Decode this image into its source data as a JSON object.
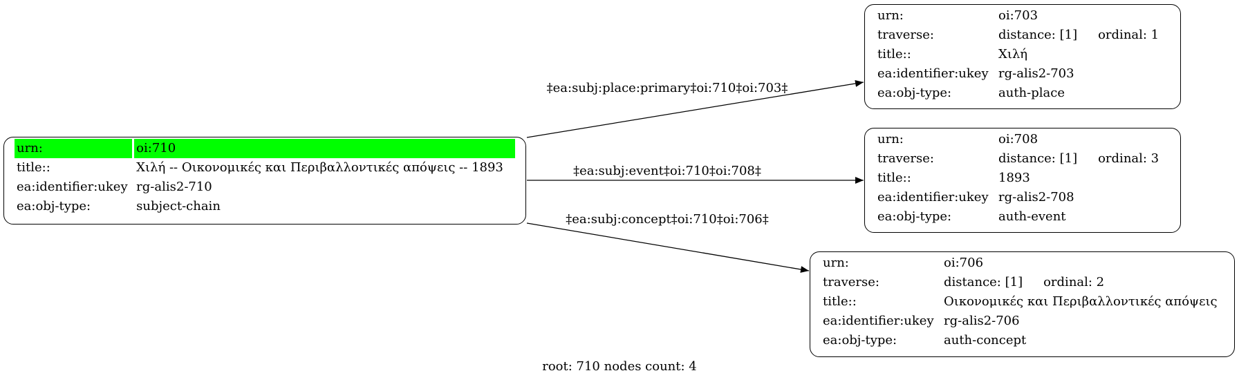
{
  "nodes": {
    "n710": {
      "rows": [
        {
          "key": "urn:",
          "value": "oi:710"
        },
        {
          "key": "title::",
          "value": "Χιλή -- Οικονομικές και Περιβαλλοντικές απόψεις -- 1893"
        },
        {
          "key": "ea:identifier:ukey",
          "value": "rg-alis2-710"
        },
        {
          "key": "ea:obj-type:",
          "value": "subject-chain"
        }
      ]
    },
    "n703": {
      "urn": {
        "key": "urn:",
        "value": "oi:703"
      },
      "traverse": {
        "key": "traverse:",
        "distance": "distance: [1]",
        "ordinal": "ordinal: 1"
      },
      "title": {
        "key": "title::",
        "value": "Χιλή"
      },
      "ukey": {
        "key": "ea:identifier:ukey",
        "value": "rg-alis2-703"
      },
      "objtype": {
        "key": "ea:obj-type:",
        "value": "auth-place"
      }
    },
    "n708": {
      "urn": {
        "key": "urn:",
        "value": "oi:708"
      },
      "traverse": {
        "key": "traverse:",
        "distance": "distance: [1]",
        "ordinal": "ordinal: 3"
      },
      "title": {
        "key": "title::",
        "value": "1893"
      },
      "ukey": {
        "key": "ea:identifier:ukey",
        "value": "rg-alis2-708"
      },
      "objtype": {
        "key": "ea:obj-type:",
        "value": "auth-event"
      }
    },
    "n706": {
      "urn": {
        "key": "urn:",
        "value": "oi:706"
      },
      "traverse": {
        "key": "traverse:",
        "distance": "distance: [1]",
        "ordinal": "ordinal: 2"
      },
      "title": {
        "key": "title::",
        "value": "Οικονομικές και Περιβαλλοντικές απόψεις"
      },
      "ukey": {
        "key": "ea:identifier:ukey",
        "value": "rg-alis2-706"
      },
      "objtype": {
        "key": "ea:obj-type:",
        "value": "auth-concept"
      }
    }
  },
  "edges": [
    {
      "label": "‡ea:subj:place:primary‡oi:710‡oi:703‡"
    },
    {
      "label": "‡ea:subj:event‡oi:710‡oi:708‡"
    },
    {
      "label": "‡ea:subj:concept‡oi:710‡oi:706‡"
    }
  ],
  "footer": "root: 710 nodes count: 4",
  "colors": {
    "highlight": "#00ff00",
    "stroke": "#000000"
  }
}
